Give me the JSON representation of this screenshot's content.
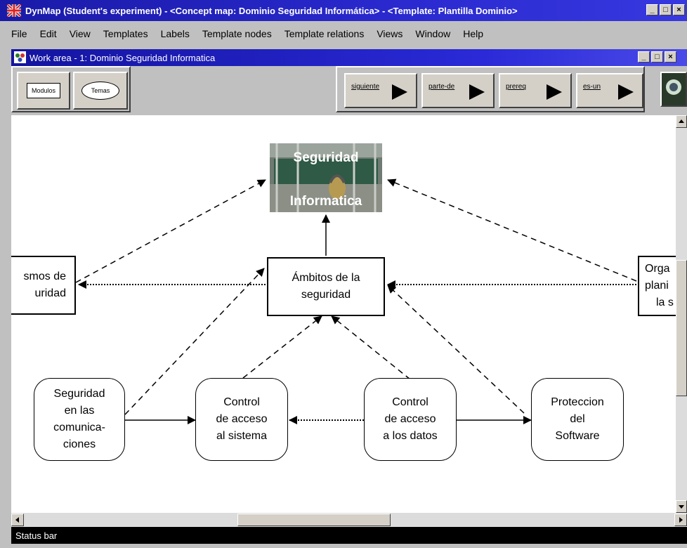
{
  "app": {
    "title": "DynMap (Student's experiment) - <Concept map:  Dominio Seguridad Informática> - <Template: Plantilla Dominio>",
    "window_buttons": [
      "_",
      "□",
      "×"
    ]
  },
  "menu": [
    "File",
    "Edit",
    "View",
    "Templates",
    "Labels",
    "Template nodes",
    "Template relations",
    "Views",
    "Window",
    "Help"
  ],
  "work_area": {
    "title": "Work area - 1:  Dominio Seguridad Informatica",
    "window_buttons": [
      "_",
      "□",
      "×"
    ]
  },
  "toolbar": {
    "node_buttons": [
      "Modulos",
      "Temas"
    ],
    "relation_buttons": [
      "siguiente",
      "parte-de",
      "prereq",
      "es-un"
    ]
  },
  "map": {
    "root_line1": "Seguridad",
    "root_line2": "Informatica",
    "ambitos_line1": "Ámbitos de la",
    "ambitos_line2": "seguridad",
    "left_line1": "smos de",
    "left_line2": "uridad",
    "right_line1": "Orga",
    "right_line2": "plani",
    "right_line3": "la s",
    "comm_lines": [
      "Seguridad",
      "en las",
      "comunica-",
      "ciones"
    ],
    "ctrl_sys_lines": [
      "Control",
      "de acceso",
      "al sistema"
    ],
    "ctrl_data_lines": [
      "Control",
      "de acceso",
      "a los datos"
    ],
    "protect_lines": [
      "Proteccion",
      "del",
      "Software"
    ]
  },
  "status": {
    "text": "Status bar"
  },
  "colors": {
    "title_blue": "#1a1aa8",
    "status_black": "#000000",
    "chrome_gray": "#c0c0c0"
  }
}
